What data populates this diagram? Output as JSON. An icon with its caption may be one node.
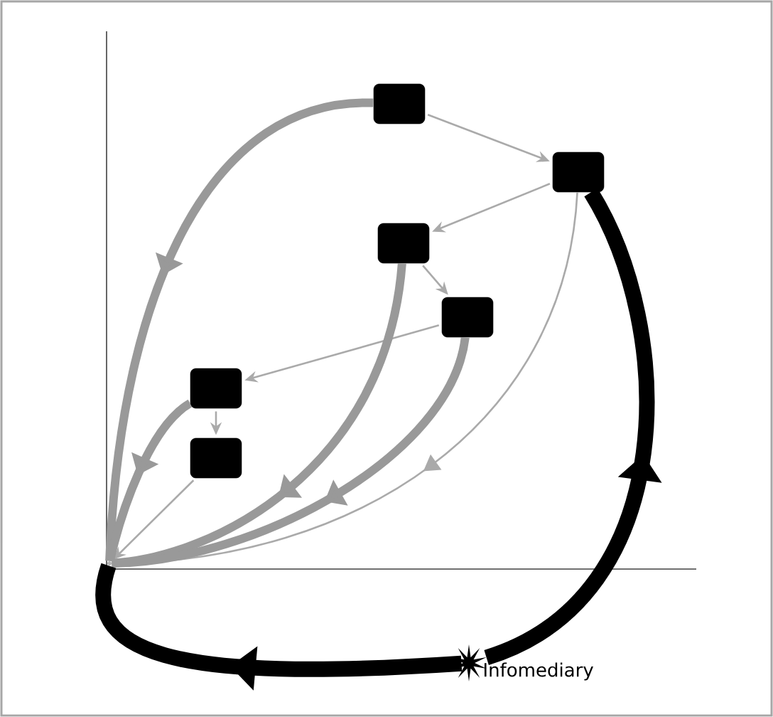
{
  "diagram": {
    "nodes": [
      {
        "text": [],
        "shape": "box"
      },
      {
        "text": [],
        "shape": "box"
      },
      {
        "text": [],
        "shape": "box"
      },
      {
        "text": [],
        "shape": "box"
      },
      {
        "text": [],
        "shape": "box"
      },
      {
        "text": [],
        "shape": "box"
      },
      {
        "text": [],
        "shape": "point"
      },
      {
        "text": [],
        "shape": "star",
        "beside": [
          "Infomediary"
        ]
      }
    ],
    "edges": [
      {
        "from": 0,
        "to": 1,
        "arrow": "to"
      },
      {
        "from": 1,
        "to": 2,
        "arrow": "to"
      },
      {
        "from": 2,
        "to": 3,
        "arrow": "to"
      },
      {
        "from": 3,
        "to": 4,
        "arrow": "to"
      },
      {
        "from": 4,
        "to": 5,
        "arrow": "to"
      },
      {
        "from": 5,
        "to": 6,
        "arrow": "to"
      },
      {
        "from": 0,
        "to": 6,
        "arrow": "to",
        "style": "thick"
      },
      {
        "from": 1,
        "to": 6,
        "arrow": "to"
      },
      {
        "from": 2,
        "to": 6,
        "arrow": "to",
        "style": "thick"
      },
      {
        "from": 3,
        "to": 6,
        "arrow": "to",
        "style": "thick"
      },
      {
        "from": 4,
        "to": 6,
        "arrow": "to",
        "style": "thick"
      },
      {
        "from": 7,
        "to": 6,
        "arrow": "to",
        "style": "thick",
        "color": "#000000"
      },
      {
        "from": 7,
        "to": 1,
        "arrow": "to",
        "style": "thick",
        "color": "#000000"
      }
    ]
  }
}
